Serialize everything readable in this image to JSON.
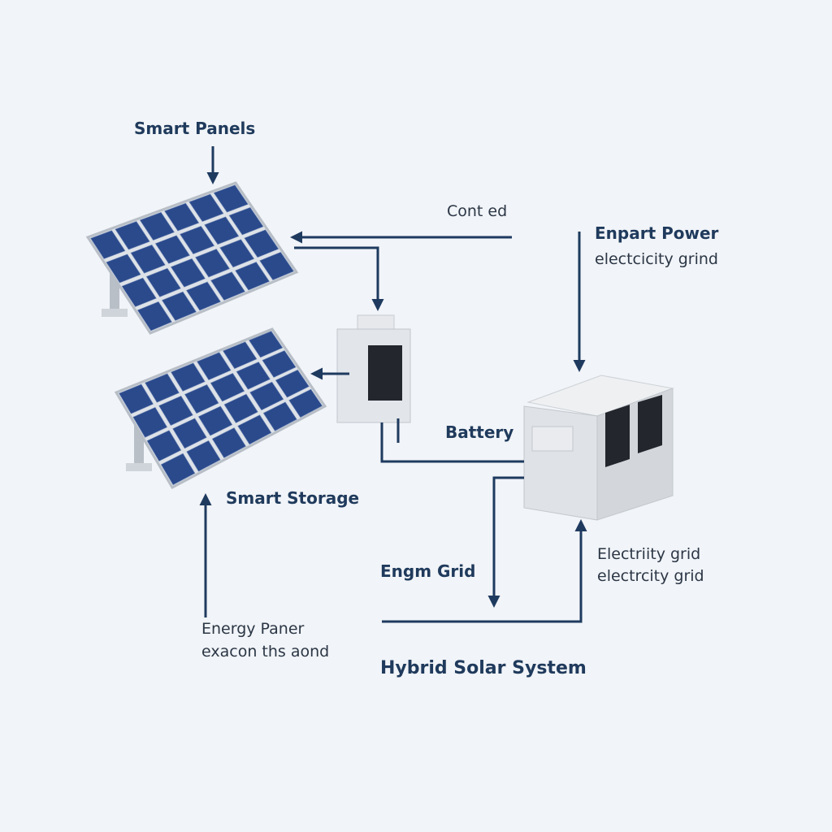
{
  "labels": {
    "smart_panels": "Smart Panels",
    "cont_ed": "Cont ed",
    "enpart_power": "Enpart Power",
    "enpart_sub": "electcicity grind",
    "battery": "Battery",
    "smart_storage": "Smart Storage",
    "engm_grid": "Engm Grid",
    "grid_line1": "Electriity grid",
    "grid_line2": "electrcity grid",
    "energy_line1": "Energy Paner",
    "energy_line2": "exacon ths aond",
    "system_title": "Hybrid Solar System"
  },
  "colors": {
    "line": "#1e3a5f",
    "panel": "#2a4a8c",
    "background": "#f1f4f8"
  }
}
